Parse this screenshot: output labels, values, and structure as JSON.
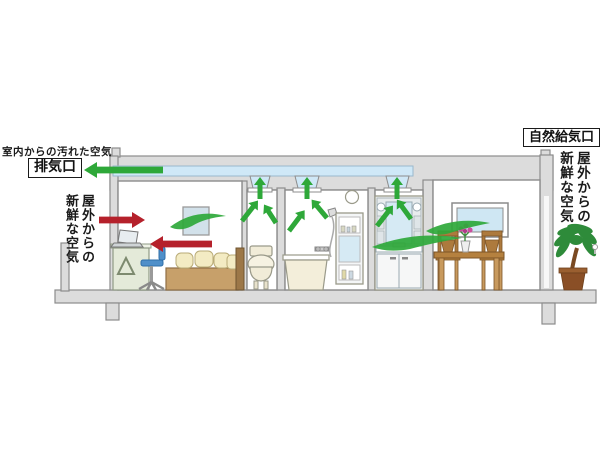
{
  "labels": {
    "dirty_air": "室内からの汚れた空気",
    "exhaust_outlet": "排気口",
    "fresh_air_left": "屋外からの\n新鮮な空気",
    "natural_supply_outlet": "自然給気口",
    "fresh_air_right": "屋外からの\n新鮮な空気"
  },
  "colors": {
    "green": "#2EA839",
    "red": "#B5212B",
    "duct": "#CFE8F7",
    "structure_gray": "#DCDCDC",
    "wood_brown": "#B5813F",
    "cream": "#F3EEDA"
  }
}
